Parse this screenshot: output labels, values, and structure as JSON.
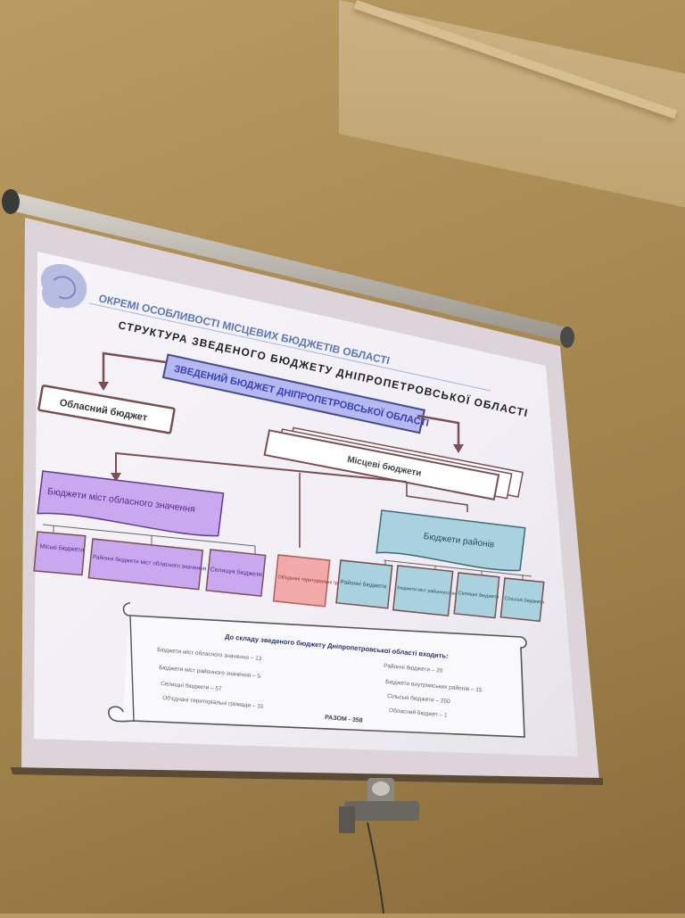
{
  "slide": {
    "header": "ОКРЕМІ ОСОБЛИВОСТІ МІСЦЕВИХ БЮДЖЕТІВ ОБЛАСТІ",
    "title": "СТРУКТУРА ЗВЕДЕНОГО БЮДЖЕТУ ДНІПРОПЕТРОВСЬКОЇ ОБЛАСТІ",
    "top_box": "ЗВЕДЕНИЙ БЮДЖЕТ ДНІПРОПЕТРОВСЬКОЇ ОБЛАСТІ",
    "oblast_budget": "Обласний бюджет",
    "local_budgets": "Місцеві бюджети",
    "city_budgets": "Бюджети міст обласного значення",
    "district_budgets": "Бюджети районів",
    "leaves": {
      "city_budgets": "Міські бюджети",
      "district_city": "Районні бюджети міст обласного значення",
      "settlement_a": "Селищні бюджети",
      "communities": "Об'єднані територіальні громади",
      "district_b": "Районні бюджети",
      "town_district": "Бюджети міст районного значення",
      "settlement_b": "Селищні бюджети",
      "village": "Сільські бюджети"
    },
    "scroll": {
      "heading": "До складу зведеного бюджету Дніпропетровської області входить:",
      "left": [
        "Бюджети міст обласного значення – 13",
        "Бюджети міст районного значення – 5",
        "Селищні бюджети – 57",
        "Об'єднані територіальні громади – 15"
      ],
      "right": [
        "Районні бюджети – 20",
        "Бюджети внутріміських районів – 15",
        "Сільські бюджети – 250",
        "Обласний бюджет – 1"
      ],
      "total": "РАЗОМ - 358"
    }
  },
  "colors": {
    "violet": "#c9a8f0",
    "teal": "#a9d2de",
    "pink": "#f2a9a9",
    "top_box": "#b6b8f2",
    "frame": "#7a4f52",
    "screen": "#f3f2f7",
    "header_blue": "#5d78b8"
  }
}
